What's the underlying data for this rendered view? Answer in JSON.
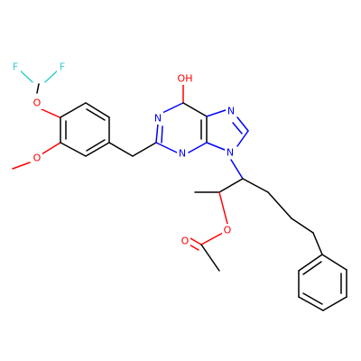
{
  "colors": {
    "bond": "#000000",
    "O": "#ff0000",
    "N": "#0000ff",
    "F": "#33cccc"
  },
  "atoms": {
    "f1": "F",
    "f2": "F",
    "o_difluoromethoxy": "O",
    "o_methoxy": "O",
    "o_hydroxy": "OH",
    "n1": "N",
    "n3": "N",
    "n7": "N",
    "n9": "N",
    "o_ester": "O",
    "o_carbonyl": "O"
  }
}
